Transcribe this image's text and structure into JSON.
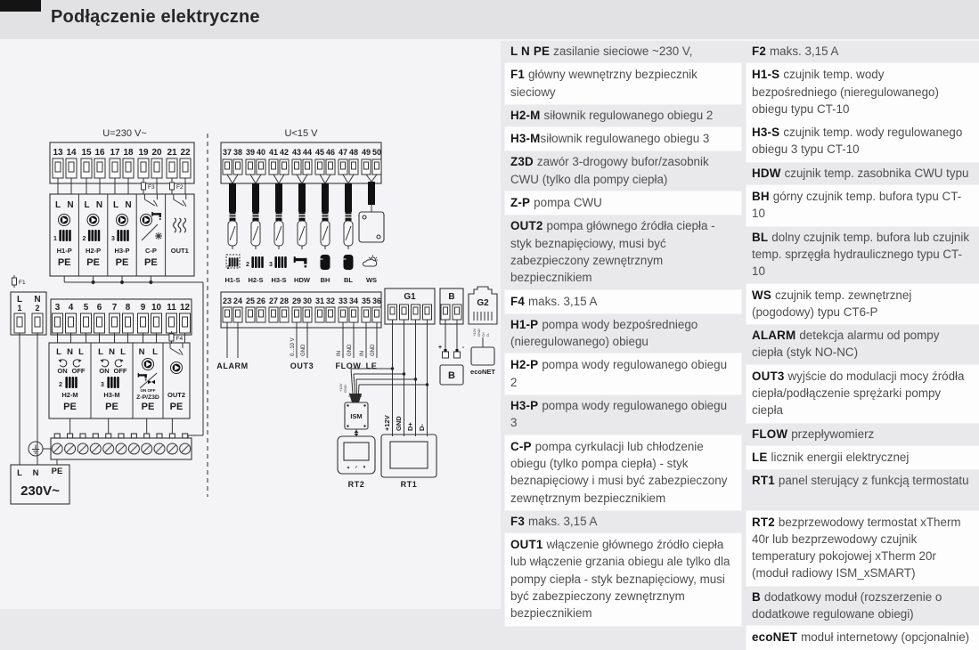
{
  "header": {
    "title": "Podłączenie elektryczne"
  },
  "legend": {
    "col1": [
      {
        "key": "L N PE",
        "text": "zasilanie sieciowe ~230 V,"
      },
      {
        "key": "F1",
        "text": "główny wewnętrzny bezpiecznik sieciowy"
      },
      {
        "key": "H2-M",
        "text": "siłownik regulowanego obiegu 2"
      },
      {
        "key": "H3-M",
        "text": "siłownik regulowanego obiegu 3"
      },
      {
        "key": "Z3D",
        "text": "zawór 3-drogowy bufor/zasobnik CWU (tylko dla pompy ciepła)"
      },
      {
        "key": "Z-P",
        "text": "pompa CWU"
      },
      {
        "key": "OUT2",
        "text": "pompa głównego źródła ciepła - styk beznapięciowy, musi być zabezpieczony zewnętrznym bezpiecznikiem"
      },
      {
        "key": "F4",
        "text": "maks. 3,15 A"
      },
      {
        "key": "H1-P",
        "text": "pompa wody bezpośredniego (nieregulowanego) obiegu"
      },
      {
        "key": "H2-P",
        "text": "pompa wody regulowanego obiegu 2"
      },
      {
        "key": "H3-P",
        "text": "pompa wody regulowanego obiegu 3"
      },
      {
        "key": "C-P",
        "text": "pompa cyrkulacji lub chłodzenie obiegu (tylko pompa ciepła) - styk beznapięciowy i musi być zabezpieczony zewnętrznym bezpiecznikiem"
      },
      {
        "key": "F3",
        "text": "maks. 3,15 A"
      },
      {
        "key": "OUT1",
        "text": "włączenie głównego źródło ciepła lub włączenie grzania obiegu ale tylko dla pompy ciepła - styk beznapięciowy, musi być zabezpieczony zewnętrznym bezpiecznikiem"
      }
    ],
    "col2": [
      {
        "key": "F2",
        "text": "maks. 3,15 A"
      },
      {
        "key": "H1-S",
        "text": "czujnik temp. wody bezpośredniego (nieregulowanego) obiegu typu CT-10"
      },
      {
        "key": "H3-S",
        "text": "czujnik temp. wody regulowanego obiegu 3 typu CT-10"
      },
      {
        "key": "HDW",
        "text": "czujnik temp. zasobnika CWU typu"
      },
      {
        "key": "BH",
        "text": "górny czujnik temp. bufora typu CT-10"
      },
      {
        "key": "BL",
        "text": "dolny czujnik temp. bufora lub czujnik temp. sprzęgła hydraulicznego typu CT-10"
      },
      {
        "key": "WS",
        "text": "czujnik temp. zewnętrznej (pogodowy) typu CT6-P"
      },
      {
        "key": "ALARM",
        "text": "detekcja alarmu od pompy ciepła (styk NO-NC)"
      },
      {
        "key": "OUT3",
        "text": "wyjście do modulacji mocy źródła ciepła/podłączenie sprężarki pompy ciepła"
      },
      {
        "key": "FLOW",
        "text": "przepływomierz"
      },
      {
        "key": "LE",
        "text": "licznik energii elektrycznej"
      },
      {
        "key": "RT1",
        "text": "panel sterujący z funkcją termostatu"
      },
      {
        "key": "RT2",
        "text": "bezprzewodowy termostat xTherm 40r lub bezprzewodowy czujnik temperatury pokojowej xTherm 20r (moduł radiowy ISM_xSMART)"
      },
      {
        "key": "B",
        "text": "dodatkowy moduł (rozszerzenie o dodatkowe regulowane obiegi)"
      },
      {
        "key": "ecoNET",
        "text": "moduł internetowy (opcjonalnie)"
      }
    ]
  },
  "diagram": {
    "mains_label": "U=230 V~",
    "lv_label": "U<15 V",
    "mains_value": "230V~",
    "l": "L",
    "n": "N",
    "pe": "PE",
    "n1": "1",
    "n2": "2",
    "n3": "3",
    "on": "ON",
    "off": "OFF",
    "onoff": "ON OFF",
    "fuses": {
      "f1": "F1",
      "f2": "F2",
      "f3": "F3",
      "f4": "F4"
    },
    "t1": [
      "13",
      "14",
      "15",
      "16",
      "17",
      "18",
      "19",
      "20",
      "21",
      "22"
    ],
    "t2": [
      "37",
      "38",
      "39",
      "40",
      "41",
      "42",
      "43",
      "44",
      "45",
      "46",
      "47",
      "48",
      "49",
      "50"
    ],
    "t3": [
      "3",
      "4",
      "5",
      "6",
      "7",
      "8",
      "9",
      "10",
      "11",
      "12"
    ],
    "t4": [
      "23",
      "24",
      "25",
      "26",
      "27",
      "28",
      "29",
      "30",
      "31",
      "32",
      "33",
      "34",
      "35",
      "36"
    ],
    "box1_cells": [
      "H1-P",
      "H2-P",
      "H3-P",
      "C-P",
      "OUT1"
    ],
    "box2_cells": [
      "H2-M",
      "H3-M",
      "Z-P/Z3D",
      "OUT2"
    ],
    "sensor_labels": [
      "H1-S",
      "H2-S",
      "H3-S",
      "HDW",
      "BH",
      "BL",
      "WS"
    ],
    "io": {
      "alarm": "ALARM",
      "out3": "OUT3",
      "flow": "FLOW",
      "le": "LE",
      "v": "0...10 V",
      "gnd": "GND",
      "in": "IN"
    },
    "right": {
      "g1": "G1",
      "b": "B",
      "g2": "G2",
      "econet": "ecoNET",
      "ism": "ISM",
      "rt1": "RT1",
      "rt2": "RT2",
      "p12": "+12V",
      "gnd": "GND",
      "dp": "D+",
      "dm": "D-",
      "plus": "+",
      "minus": "-",
      "btn_up": "▲",
      "btn_ok": "✓",
      "btn_dn": "▼"
    }
  }
}
